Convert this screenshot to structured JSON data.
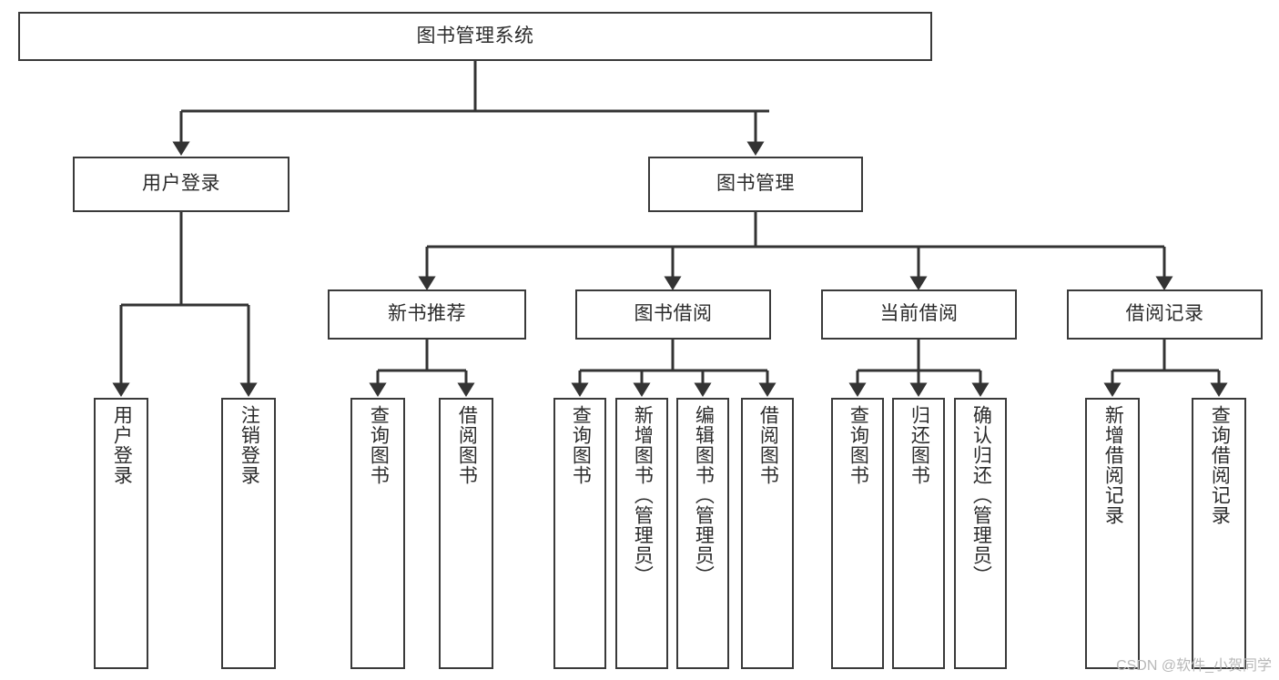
{
  "diagram": {
    "title": "图书管理系统",
    "type": "tree-hierarchy",
    "orientation": "top-down",
    "colors": {
      "border": "#3a3a3a",
      "text": "#2b2b2b",
      "background": "#ffffff",
      "edge": "#333333",
      "watermark": "#b8b8b8"
    },
    "root": {
      "label": "图书管理系统"
    },
    "level2": [
      {
        "label": "用户登录"
      },
      {
        "label": "图书管理"
      }
    ],
    "level3": [
      {
        "label": "新书推荐"
      },
      {
        "label": "图书借阅"
      },
      {
        "label": "当前借阅"
      },
      {
        "label": "借阅记录"
      }
    ],
    "leaves": {
      "user_login": [
        {
          "label": "用户登录"
        },
        {
          "label": "注销登录"
        }
      ],
      "new_book_recommend": [
        {
          "label": "查询图书"
        },
        {
          "label": "借阅图书"
        }
      ],
      "book_borrow": [
        {
          "label": "查询图书"
        },
        {
          "label": "新增图书（管理员）"
        },
        {
          "label": "编辑图书（管理员）"
        },
        {
          "label": "借阅图书"
        }
      ],
      "current_borrow": [
        {
          "label": "查询图书"
        },
        {
          "label": "归还图书"
        },
        {
          "label": "确认归还（管理员）"
        }
      ],
      "borrow_record": [
        {
          "label": "新增借阅记录"
        },
        {
          "label": "查询借阅记录"
        }
      ]
    }
  },
  "watermark": {
    "text": "CSDN @软件_小贺同学"
  }
}
